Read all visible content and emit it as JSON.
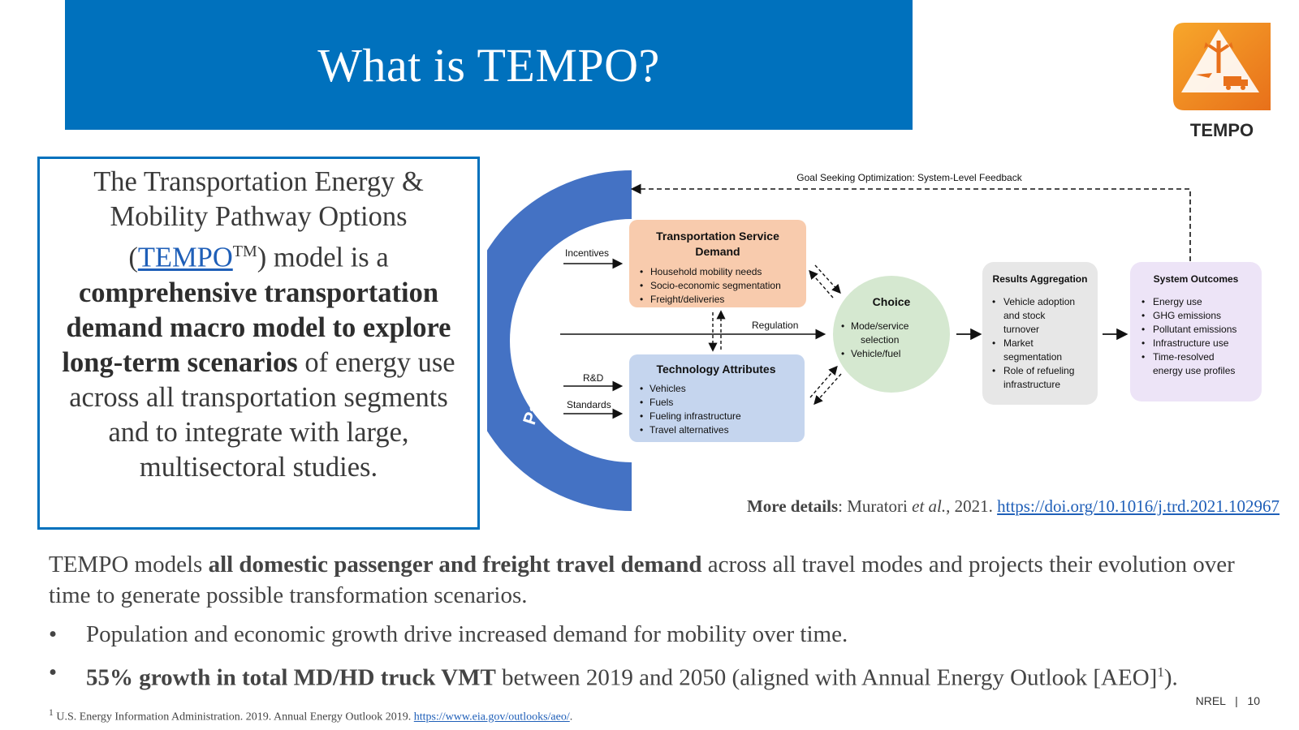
{
  "slide": {
    "title": "What is TEMPO?",
    "logo_label": "TEMPO",
    "page_number": "10",
    "org": "NREL",
    "footer_separator": "|"
  },
  "definition": {
    "line1": "The Transportation Energy &",
    "line2": "Mobility Pathway Options",
    "open_paren": "(",
    "link_text": "TEMPO",
    "tm": "TM",
    "after_link": ") model is a",
    "bold_text": "comprehensive transportation demand macro model to explore long-term scenarios",
    "rest_text": "of energy use across all transportation segments and to integrate with large, multisectoral studies."
  },
  "diagram": {
    "arc_label": "Pathway Options",
    "feedback_label": "Goal Seeking Optimization: System-Level Feedback",
    "inputs": {
      "incentives": "Incentives",
      "regulation": "Regulation",
      "rd": "R&D",
      "standards": "Standards"
    },
    "demand_box": {
      "title_line1": "Transportation Service",
      "title_line2": "Demand",
      "items": [
        "Household mobility needs",
        "Socio-economic segmentation",
        "Freight/deliveries"
      ]
    },
    "tech_box": {
      "title": "Technology Attributes",
      "items": [
        "Vehicles",
        "Fuels",
        "Fueling infrastructure",
        "Travel alternatives"
      ]
    },
    "choice": {
      "title": "Choice",
      "items": [
        "Mode/service",
        "selection",
        "Vehicle/fuel"
      ]
    },
    "results_box": {
      "title": "Results Aggregation",
      "lines": [
        "Vehicle adoption",
        "and stock",
        "turnover",
        "Market",
        "segmentation",
        "Role of refueling",
        "infrastructure"
      ]
    },
    "outcomes_box": {
      "title": "System Outcomes",
      "lines": [
        "Energy use",
        "GHG emissions",
        "Pollutant emissions",
        "Infrastructure use",
        "Time-resolved",
        "energy use profiles"
      ]
    },
    "colors": {
      "arc": "#4472c4",
      "demand_fill": "#f8cbad",
      "tech_fill": "#c5d5ee",
      "choice_fill": "#d5e8d0",
      "results_fill": "#e7e7e7",
      "outcomes_fill": "#ede4f7"
    }
  },
  "more_details": {
    "label": "More details",
    "authors": "Muratori",
    "et_al": "et al.",
    "year": ", 2021.",
    "doi": "https://doi.org/10.1016/j.trd.2021.102967"
  },
  "body": {
    "prefix": "TEMPO models",
    "bold": "all domestic passenger and freight travel demand",
    "suffix": "across all travel modes and projects their evolution over time to generate possible transformation scenarios."
  },
  "bullets": {
    "b1": "Population and economic growth drive increased demand for mobility over time.",
    "b2_bold": "55% growth in total MD/HD truck VMT",
    "b2_text": "between 2019 and 2050 (aligned with Annual Energy Outlook [AEO]",
    "b2_sup": "1",
    "b2_end": ")."
  },
  "footnote": {
    "marker": "1",
    "text": "U.S. Energy Information Administration. 2019. Annual Energy Outlook 2019.",
    "link": "https://www.eia.gov/outlooks/aeo/",
    "end": "."
  }
}
